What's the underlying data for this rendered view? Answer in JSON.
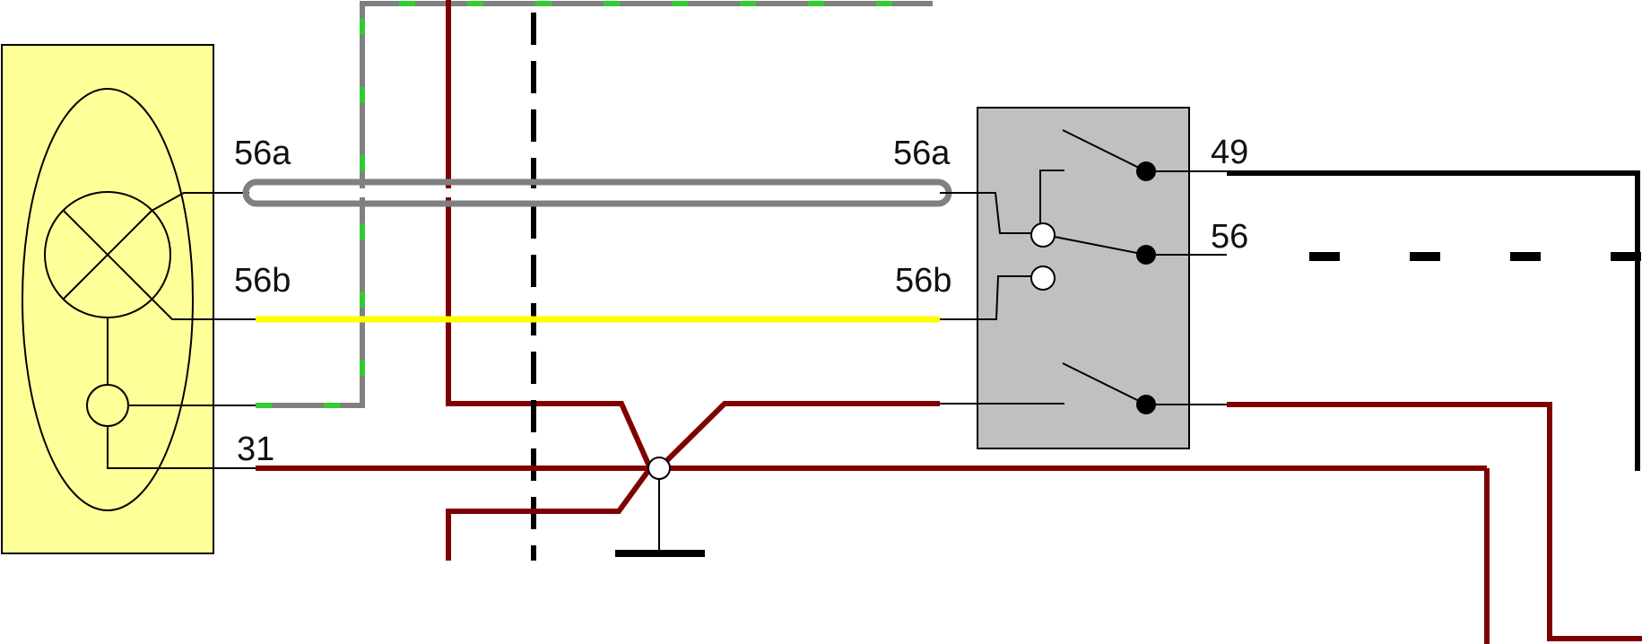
{
  "labels": {
    "lamp_56a": "56a",
    "lamp_56b": "56b",
    "lamp_31": "31",
    "switch_56a": "56a",
    "switch_56b": "56b",
    "switch_49": "49",
    "switch_56": "56"
  },
  "colors": {
    "lamp_body": "#ffff99",
    "switch_body": "#c0c0c0",
    "wire_grey": "#808080",
    "wire_green": "#33cc33",
    "wire_dark_red": "#800000",
    "wire_yellow": "#ffff00",
    "wire_black": "#000000",
    "outline": "#000000",
    "background": "#ffffff"
  }
}
